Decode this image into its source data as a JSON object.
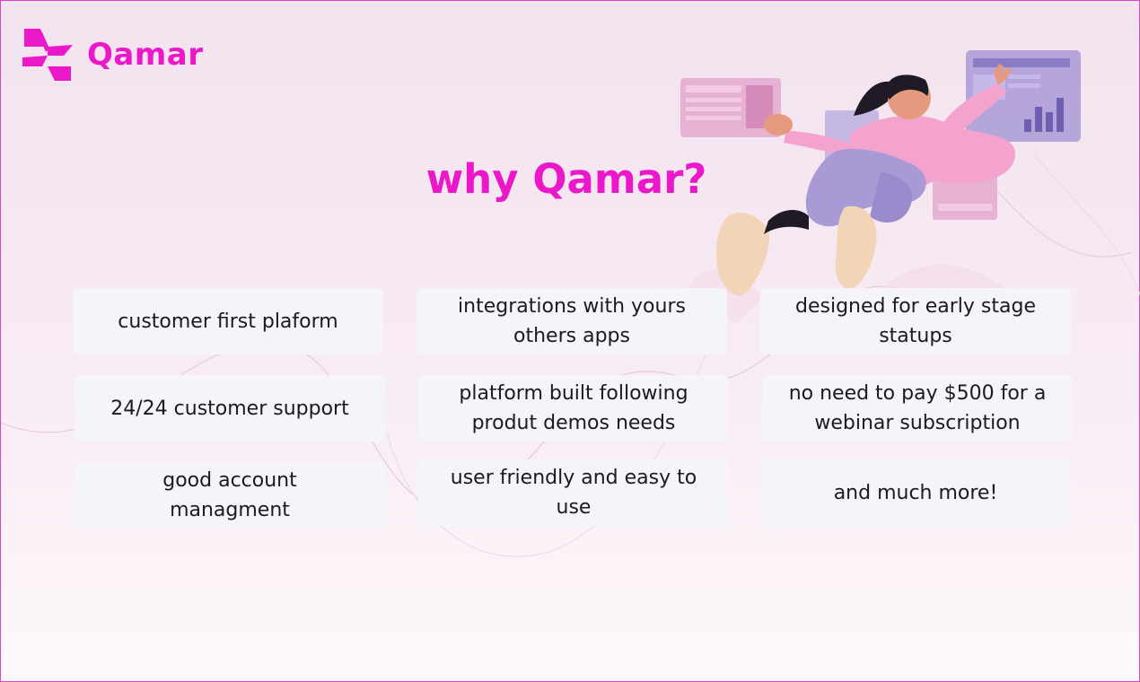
{
  "brand": {
    "name": "Qamar",
    "accent_color": "#ea18c9",
    "logo_icon": "qamar-logo-icon"
  },
  "headline": "why Qamar?",
  "illustration": {
    "icon": "woman-with-floating-screens-illustration"
  },
  "features": [
    {
      "text": "customer first plaform"
    },
    {
      "text": "integrations with yours others apps"
    },
    {
      "text": "designed for early stage statups"
    },
    {
      "text": "24/24 customer support"
    },
    {
      "text": "platform built following produt demos needs"
    },
    {
      "text": "no need to pay $500 for a webinar subscription"
    },
    {
      "text": "good account managment"
    },
    {
      "text": "user friendly and easy to use"
    },
    {
      "text": "and much more!"
    }
  ]
}
